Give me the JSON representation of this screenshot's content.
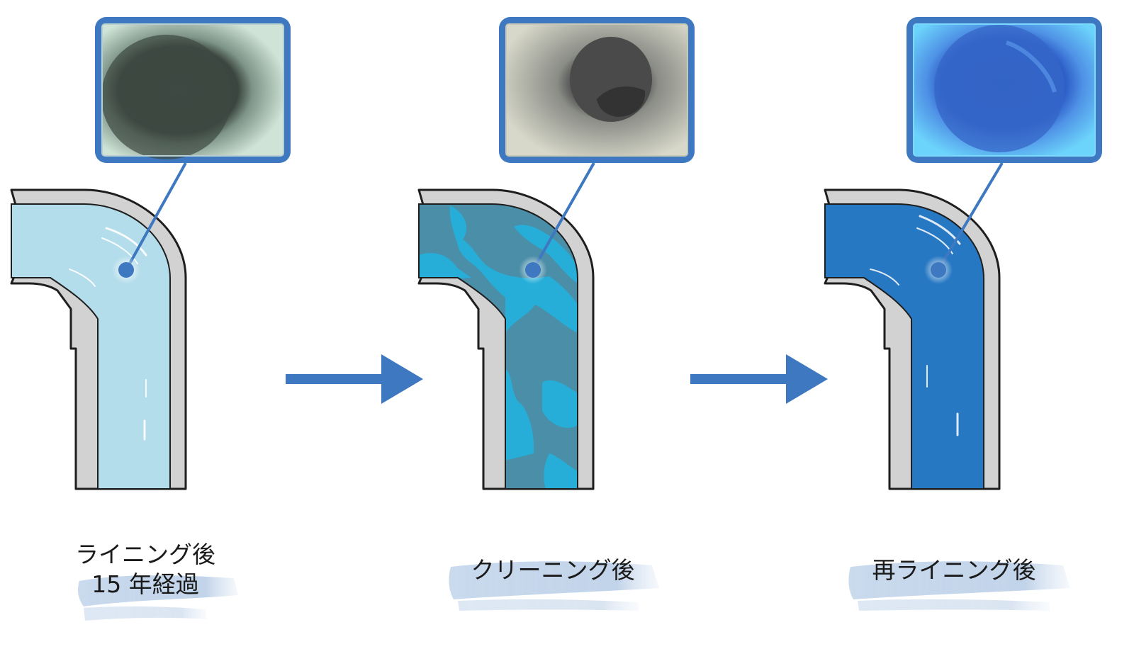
{
  "colors": {
    "accent": "#3e78c0",
    "pipe_wall": "#d2d2d2",
    "pipe_outline": "#1e1e1e",
    "stage1_fill": "#b4ddeb",
    "stage2_fill": "#4a8ea8",
    "stage2_patch": "#26aed8",
    "stage3_fill": "#2778c3",
    "brush": "#a9c3e2"
  },
  "stages": [
    {
      "label_line1": "ライニング後",
      "label_line2": "15 年経過",
      "photo": "aged-lining-pipe-interior"
    },
    {
      "label_line1": "クリーニング後",
      "photo": "cleaned-pipe-interior"
    },
    {
      "label_line1": "再ライニング後",
      "photo": "relined-pipe-interior"
    }
  ],
  "flow_arrows": [
    "arrow-right-icon",
    "arrow-right-icon"
  ]
}
